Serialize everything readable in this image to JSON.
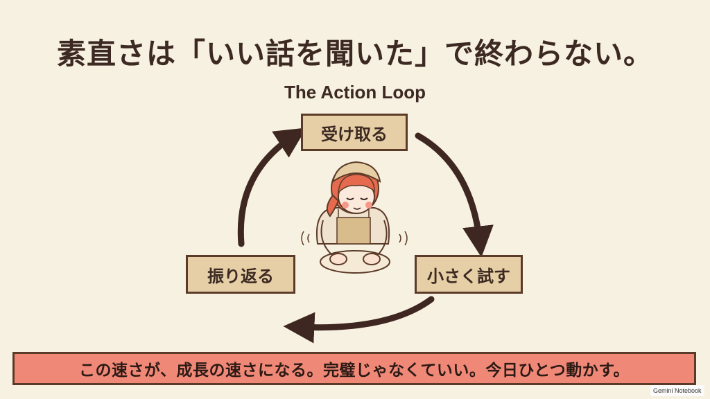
{
  "title": "素直さは「いい話を聞いた」で終わらない。",
  "subtitle": "The Action Loop",
  "loop": {
    "top": "受け取る",
    "right": "小さく試す",
    "left": "振り返る"
  },
  "bottom_message": "この速さが、成長の速さになる。完璧じゃなくていい。今日ひとつ動かす。",
  "watermark": "Gemini Notebook",
  "colors": {
    "background": "#f7f1e1",
    "box_fill": "#e6cfa6",
    "border": "#5c3a28",
    "arrow": "#3e2720",
    "banner_fill": "#f08878",
    "text": "#3c2a22"
  },
  "illustration": "girl-kneading-dough"
}
